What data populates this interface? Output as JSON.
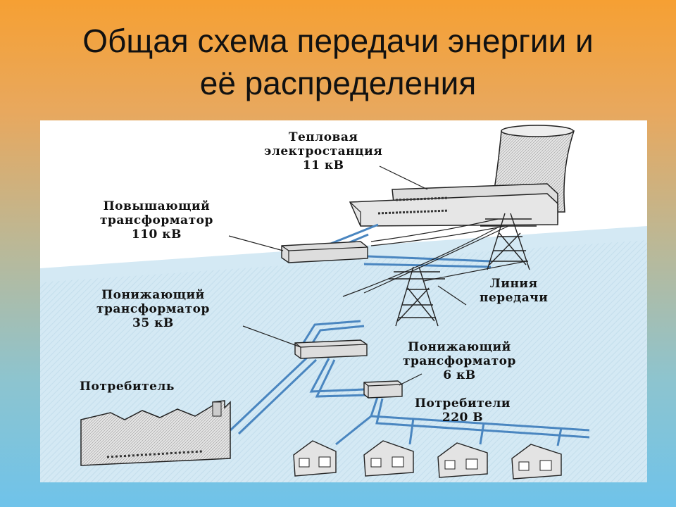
{
  "title": {
    "line1": "Общая схема передачи энергии и",
    "line2": "её распределения"
  },
  "labels": {
    "power_plant": {
      "line1": "Тепловая",
      "line2": "электростанция",
      "line3": "11 кВ"
    },
    "step_up": {
      "line1": "Повышающий",
      "line2": "трансформатор",
      "line3": "110 кВ"
    },
    "step_down_35": {
      "line1": "Понижающий",
      "line2": "трансформатор",
      "line3": "35 кВ"
    },
    "transmission_line": {
      "line1": "Линия",
      "line2": "передачи"
    },
    "step_down_6": {
      "line1": "Понижающий",
      "line2": "трансформатор",
      "line3": "6 кВ"
    },
    "consumer": {
      "line1": "Потребитель"
    },
    "consumers_220": {
      "line1": "Потребители",
      "line2": "220 В"
    }
  },
  "colors": {
    "wire": "#4a86c0",
    "water": "#cfe6f2",
    "ink": "#222222"
  }
}
